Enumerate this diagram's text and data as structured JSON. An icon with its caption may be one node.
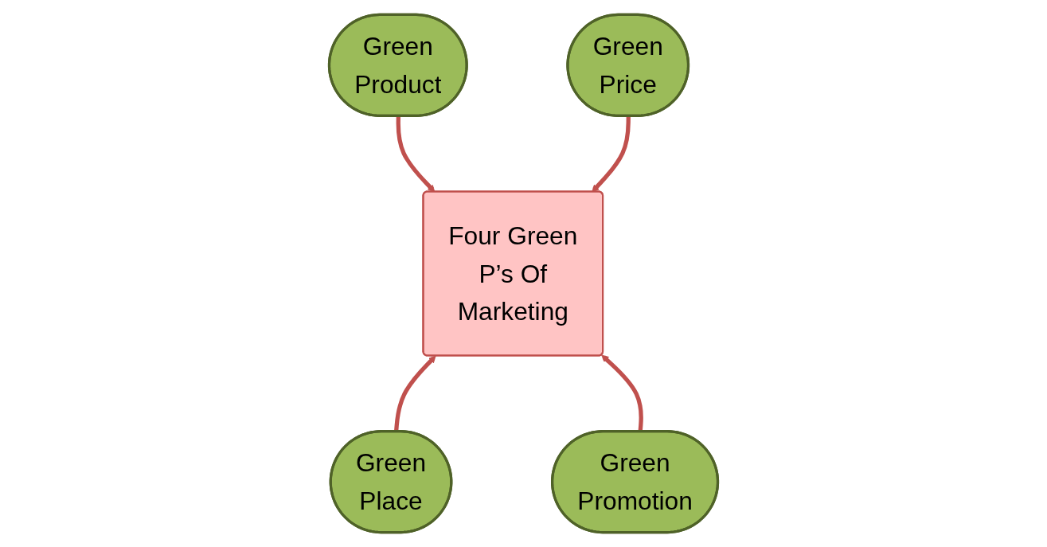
{
  "diagram": {
    "nodes": [
      {
        "text": [
          "Green Product"
        ]
      },
      {
        "text": [
          "Green Price"
        ]
      },
      {
        "text": [
          "Four Green P’s Of Marketing"
        ]
      },
      {
        "text": [
          "Green Place"
        ]
      },
      {
        "text": [
          "Green Promotion"
        ]
      }
    ],
    "edges": [
      {
        "from": 0,
        "to": 2,
        "arrow": "to"
      },
      {
        "from": 1,
        "to": 2,
        "arrow": "to"
      },
      {
        "from": 3,
        "to": 2,
        "arrow": "to"
      },
      {
        "from": 4,
        "to": 2,
        "arrow": "to"
      }
    ]
  }
}
